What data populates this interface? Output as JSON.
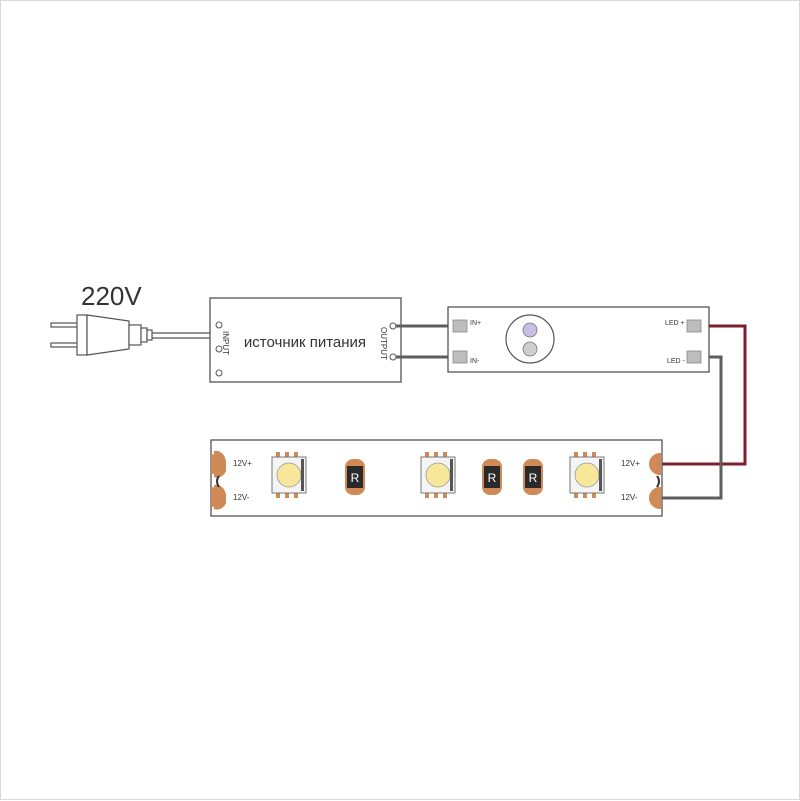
{
  "voltage_label": "220V",
  "power_supply": {
    "name": "источник питания",
    "input_label": "INPUT",
    "output_label": "OUTPUT"
  },
  "controller": {
    "in_plus": "IN+",
    "in_minus": "IN-",
    "led_plus": "LED +",
    "led_minus": "LED -"
  },
  "strip": {
    "left_plus": "12V+",
    "left_minus": "12V-",
    "right_plus": "12V+",
    "right_minus": "12V-",
    "resistor_label": "R"
  },
  "colors": {
    "wire_positive": "#7a1f2e",
    "wire_negative": "#5e5e5e",
    "pad": "#cf8a57",
    "led_yellow": "#f6e79a"
  }
}
